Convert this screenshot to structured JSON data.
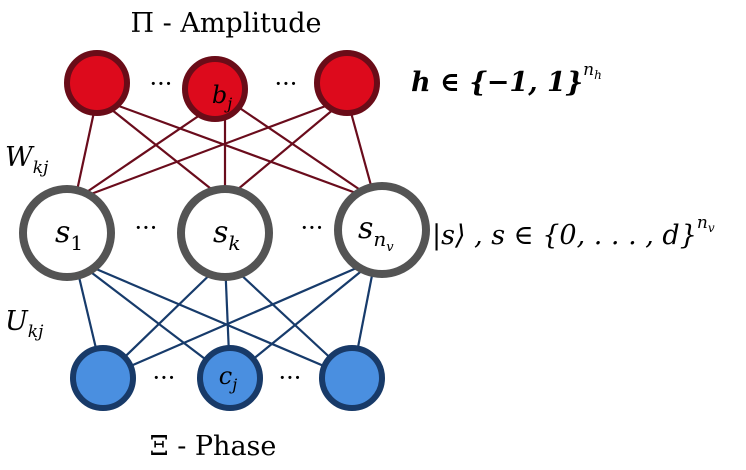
{
  "titles": {
    "top": "Π - Amplitude",
    "bottom": "Ξ - Phase"
  },
  "equations": {
    "hidden": {
      "base": "h ∈ {−1, 1}",
      "sup": "n",
      "supsub": "h"
    },
    "visible": {
      "base": "|s⟩ , s ∈ {0, . . . , d}",
      "sup": "n",
      "supsub": "v"
    }
  },
  "weights": {
    "W": {
      "base": "W",
      "sub": "kj"
    },
    "U": {
      "base": "U",
      "sub": "kj"
    }
  },
  "nodes": {
    "hidden_middle": {
      "base": "b",
      "sub": "j"
    },
    "visible": [
      {
        "base": "s",
        "sub": "1",
        "subsub": ""
      },
      {
        "base": "s",
        "sub": "k",
        "subsub": ""
      },
      {
        "base": "s",
        "sub": "n",
        "subsub": "v"
      }
    ],
    "phase_middle": {
      "base": "c",
      "sub": "j"
    }
  },
  "ellipsis": "···",
  "colors": {
    "hidden_fill": "#dd0a1c",
    "hidden_stroke": "#6a0c18",
    "visible_fill": "#ffffff",
    "visible_stroke": "#545454",
    "phase_fill": "#4a8fe0",
    "phase_stroke": "#183a68",
    "hidden_edge": "#6a0c1c",
    "phase_edge": "#173b6b"
  }
}
